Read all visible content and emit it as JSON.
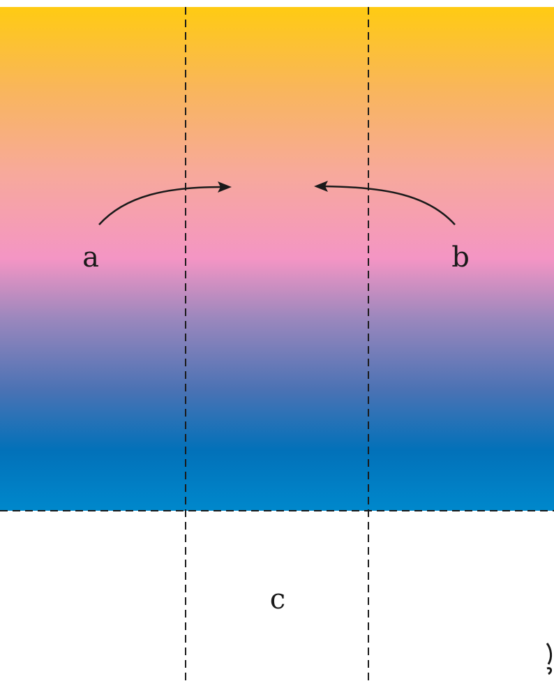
{
  "labels": {
    "a": "a",
    "b": "b",
    "c": "c"
  },
  "gradient": {
    "colors": [
      "#ffcb12",
      "#f9b65a",
      "#f7a99b",
      "#f495c4",
      "#9a87bd",
      "#4b72b4",
      "#0271b9",
      "#0088cc"
    ]
  },
  "arrows": [
    {
      "name": "fold-arrow-left",
      "from": "a",
      "direction": "right"
    },
    {
      "name": "fold-arrow-right",
      "from": "b",
      "direction": "left"
    }
  ],
  "fold_lines": [
    "vertical-left",
    "vertical-right",
    "horizontal"
  ]
}
